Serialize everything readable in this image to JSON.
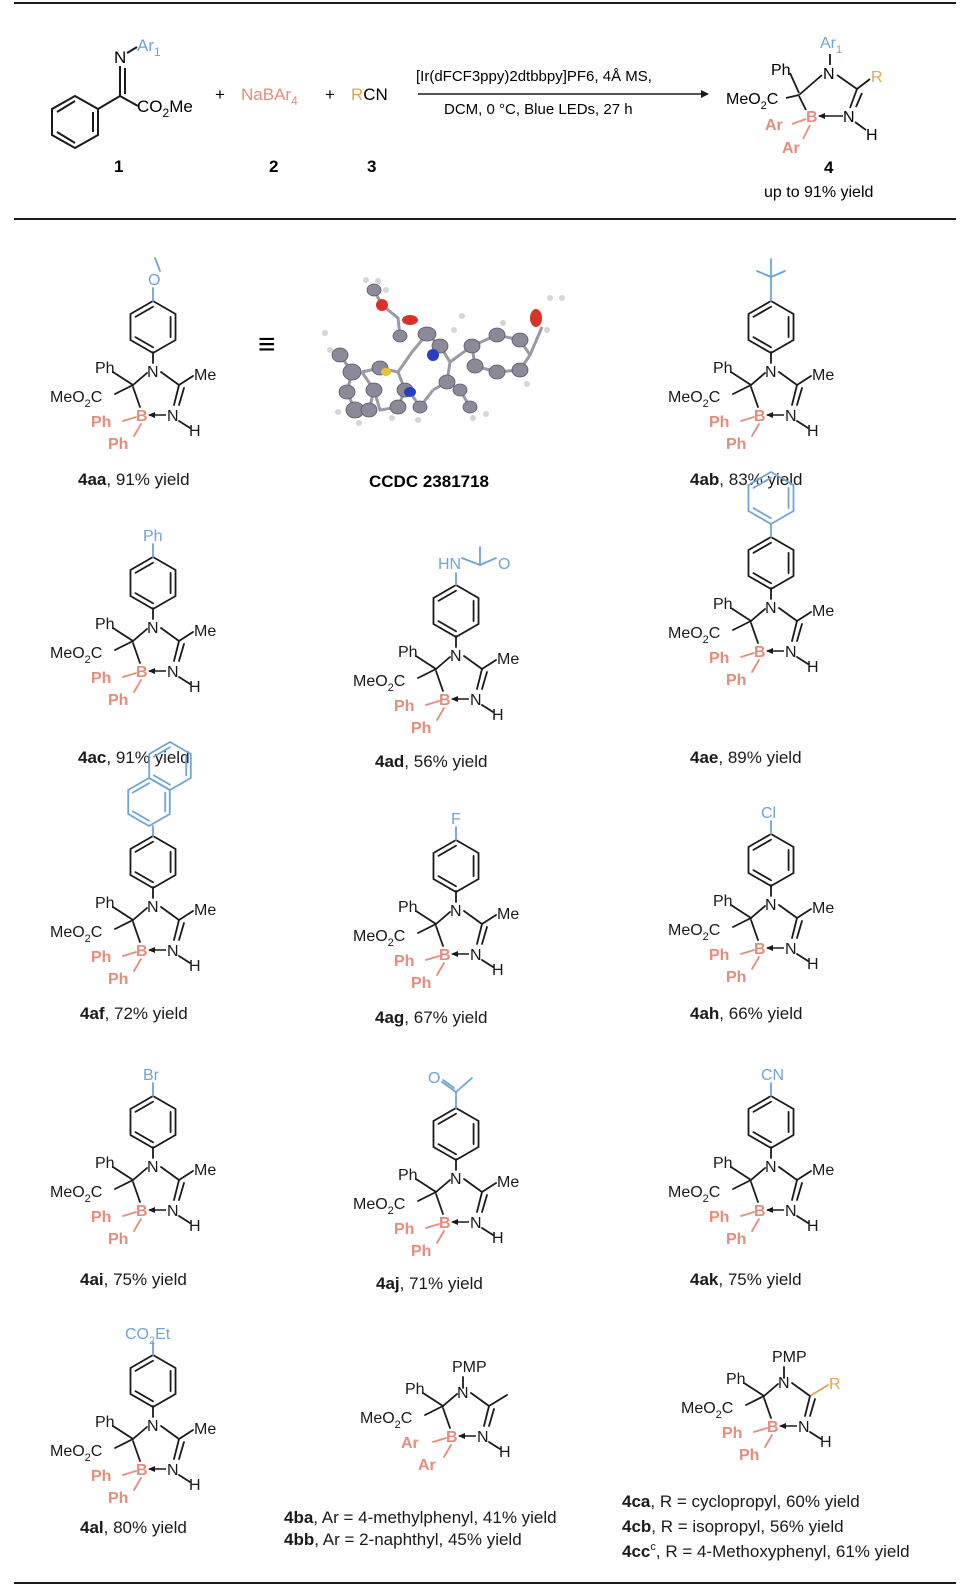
{
  "colors": {
    "ink": "#1a1a1a",
    "ar_blue": "#6fa4d8",
    "boron_salmon": "#e58d7d",
    "nitrile_orange": "#e3a552"
  },
  "scheme": {
    "reactant1": {
      "label_id": "1",
      "substituent": "Ar",
      "substituent_sub": "1",
      "ester": "CO",
      "ester_sub": "2",
      "ester_tail": "Me"
    },
    "reactant2": {
      "label_id": "2",
      "formula": "NaBAr",
      "formula_sub": "4"
    },
    "reactant3": {
      "label_id": "3",
      "r": "R",
      "cn": "CN"
    },
    "plus": "+",
    "conditions_line1": "[Ir(dFCF3ppy)2dtbbpy]PF6, 4Å MS,",
    "conditions_line2": "DCM, 0 °C, Blue LEDs, 27 h",
    "product": {
      "label_id": "4",
      "yield_note": "up to 91% yield",
      "ar_label": "Ar",
      "r_label": "R"
    }
  },
  "common": {
    "ph": "Ph",
    "me": "Me",
    "n": "N",
    "b": "B",
    "h": "H",
    "meo2c": "MeO",
    "meo2c_sub": "2",
    "meo2c_tail": "C",
    "equiv": "≡",
    "pmp": "PMP"
  },
  "crystal": {
    "label": "CCDC 2381718"
  },
  "compounds": [
    {
      "id": "4aa",
      "yield": ", 91% yield",
      "substituent": "OMe"
    },
    {
      "id": "4ab",
      "yield": ", 83% yield",
      "substituent": "tBu"
    },
    {
      "id": "4ac",
      "yield": ", 91% yield",
      "substituent": "Ph",
      "sub_text": "Ph"
    },
    {
      "id": "4ad",
      "yield": ", 56% yield",
      "substituent": "NHAc",
      "sub_text": "HN",
      "sub_text2": "O"
    },
    {
      "id": "4ae",
      "yield": ", 89% yield",
      "substituent": "biphenyl"
    },
    {
      "id": "4af",
      "yield": ", 72% yield",
      "substituent": "naphthyl"
    },
    {
      "id": "4ag",
      "yield": ", 67% yield",
      "substituent": "F",
      "sub_text": "F"
    },
    {
      "id": "4ah",
      "yield": ", 66% yield",
      "substituent": "Cl",
      "sub_text": "Cl"
    },
    {
      "id": "4ai",
      "yield": ", 75% yield",
      "substituent": "Br",
      "sub_text": "Br"
    },
    {
      "id": "4aj",
      "yield": ", 71% yield",
      "substituent": "acetyl",
      "sub_text": "O"
    },
    {
      "id": "4ak",
      "yield": ", 75% yield",
      "substituent": "CN",
      "sub_text": "CN"
    },
    {
      "id": "4al",
      "yield": ", 80% yield",
      "substituent": "CO2Et",
      "sub_text": "CO",
      "sub_sub": "2",
      "sub_tail": "Et"
    }
  ],
  "series_b": {
    "ar_label": "Ar",
    "items": [
      {
        "id": "4ba",
        "text": ", Ar = 4-methylphenyl, 41% yield"
      },
      {
        "id": "4bb",
        "text": ", Ar = 2-naphthyl, 45% yield"
      }
    ]
  },
  "series_c": {
    "r_label": "R",
    "items": [
      {
        "id": "4ca",
        "sup": "",
        "text": ", R = cyclopropyl, 60% yield"
      },
      {
        "id": "4cb",
        "sup": "",
        "text": ", R = isopropyl, 56% yield"
      },
      {
        "id": "4cc",
        "sup": "c",
        "text": ", R = 4-Methoxyphenyl, 61% yield"
      }
    ]
  }
}
